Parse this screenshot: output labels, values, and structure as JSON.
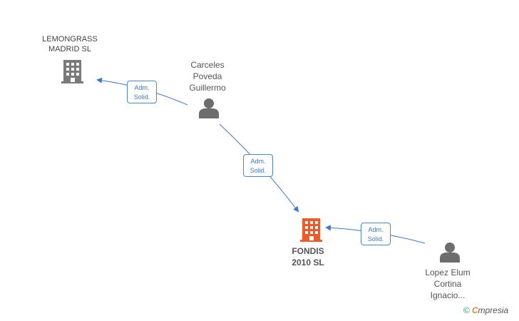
{
  "colors": {
    "company_icon": "#7a7a7a",
    "focus_company_icon": "#f05a28",
    "person_icon": "#6d6d6d",
    "edge": "#3b78d8",
    "label_text": "#555555"
  },
  "nodes": {
    "lemongrass": {
      "line1": "LEMONGRASS",
      "line2": "MADRID SL",
      "icon": "building-icon"
    },
    "carceles": {
      "line1": "Carceles",
      "line2": "Poveda",
      "line3": "Guillermo",
      "icon": "person-icon"
    },
    "fondis": {
      "line1": "FONDIS",
      "line2": "2010 SL",
      "icon": "building-icon"
    },
    "lopez": {
      "line1": "Lopez Elum",
      "line2": "Cortina",
      "line3": "Ignacio...",
      "icon": "person-icon"
    }
  },
  "edges": [
    {
      "from": "carceles",
      "to": "lemongrass",
      "label_line1": "Adm.",
      "label_line2": "Solid."
    },
    {
      "from": "carceles",
      "to": "fondis",
      "label_line1": "Adm.",
      "label_line2": "Solid."
    },
    {
      "from": "lopez",
      "to": "fondis",
      "label_line1": "Adm.",
      "label_line2": "Solid."
    }
  ],
  "watermark": {
    "copyright": "©",
    "brand_first": "C",
    "brand_rest": "mpresia"
  }
}
